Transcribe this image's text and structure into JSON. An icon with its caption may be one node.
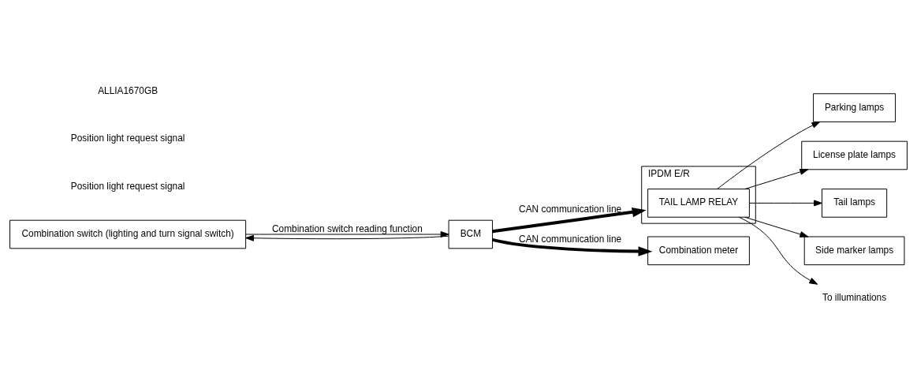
{
  "diagram": {
    "nodes": [
      {
        "text": [
          "Combination switch (lighting and turn signal switch)"
        ]
      },
      {
        "text": [
          "BCM"
        ]
      },
      {
        "text": [
          "IPDM E/R"
        ]
      },
      {
        "text": [
          "TAIL LAMP RELAY"
        ],
        "in": 2
      },
      {
        "text": [
          "Parking lamps"
        ]
      },
      {
        "text": [
          "License plate lamps"
        ]
      },
      {
        "text": [
          "Tail lamps"
        ]
      },
      {
        "text": [
          "Side marker lamps"
        ]
      },
      {
        "text": [
          "Combination meter"
        ]
      },
      {
        "text": [
          "To illuminations"
        ]
      }
    ],
    "edges": [
      {
        "from": 0,
        "to": 1,
        "arrow": "to",
        "label": "Combination switch reading function"
      },
      {
        "from": 1,
        "to": 0,
        "arrow": "to"
      },
      {
        "from": 1,
        "to": 2,
        "arrow": "to",
        "label": "CAN communication line",
        "style": "thick"
      },
      {
        "from": 1,
        "to": 8,
        "arrow": "to",
        "label": "CAN communication line",
        "style": "thick"
      },
      {
        "from": 3,
        "to": 4,
        "arrow": "to"
      },
      {
        "from": 3,
        "to": 5,
        "arrow": "to"
      },
      {
        "from": 3,
        "to": 6,
        "arrow": "to"
      },
      {
        "from": 3,
        "to": 7,
        "arrow": "to"
      },
      {
        "from": 3,
        "to": 9,
        "arrow": "to"
      }
    ],
    "labels": [
      "Position light request signal",
      "Position light request signal",
      "ALLIA1670GB"
    ]
  }
}
